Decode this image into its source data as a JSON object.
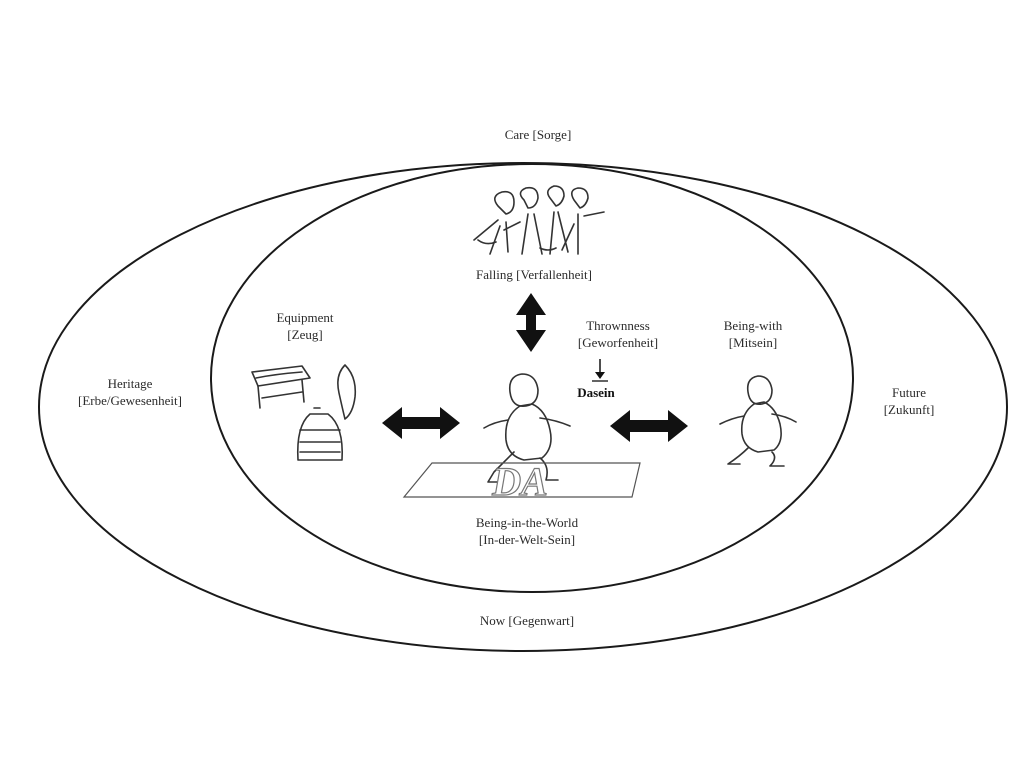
{
  "care": "Care [Sorge]",
  "falling": "Falling [Verfallenheit]",
  "equipment": {
    "line1": "Equipment",
    "line2": "[Zeug]"
  },
  "thrownness": {
    "line1": "Thrownness",
    "line2": "[Geworfenheit]"
  },
  "dasein": "Dasein",
  "being_with": {
    "line1": "Being-with",
    "line2": "[Mitsein]"
  },
  "heritage": {
    "line1": "Heritage",
    "line2": "[Erbe/Gewesenheit]"
  },
  "future": {
    "line1": "Future",
    "line2": "[Zukunft]"
  },
  "being_in_world": {
    "line1": "Being-in-the-World",
    "line2": "[In-der-Welt-Sein]"
  },
  "now": "Now [Gegenwart]",
  "floor_logo": "DA"
}
